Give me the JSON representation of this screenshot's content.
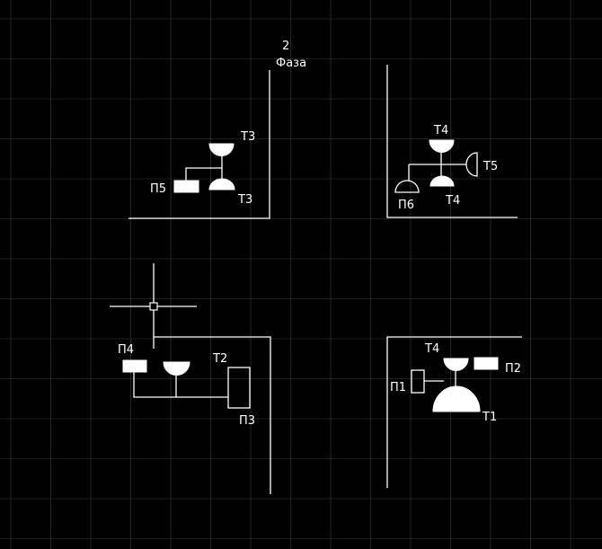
{
  "phase": {
    "number": "2",
    "label": "Фаза"
  },
  "quadrant_top_left": {
    "t_upper": "Т3",
    "t_lower": "Т3",
    "p": "П5"
  },
  "quadrant_top_right": {
    "t_upper": "Т4",
    "t_lower": "Т4",
    "t_side": "Т5",
    "p": "П6"
  },
  "quadrant_bottom_left": {
    "p_left": "П4",
    "t_right": "Т2",
    "p_right": "П3"
  },
  "quadrant_bottom_right": {
    "t_upper": "Т4",
    "p_right": "П2",
    "p_left": "П1",
    "t_main": "Т1"
  },
  "colors": {
    "background": "#000000",
    "grid": "#3a3d45",
    "drawing": "#ffffff"
  }
}
